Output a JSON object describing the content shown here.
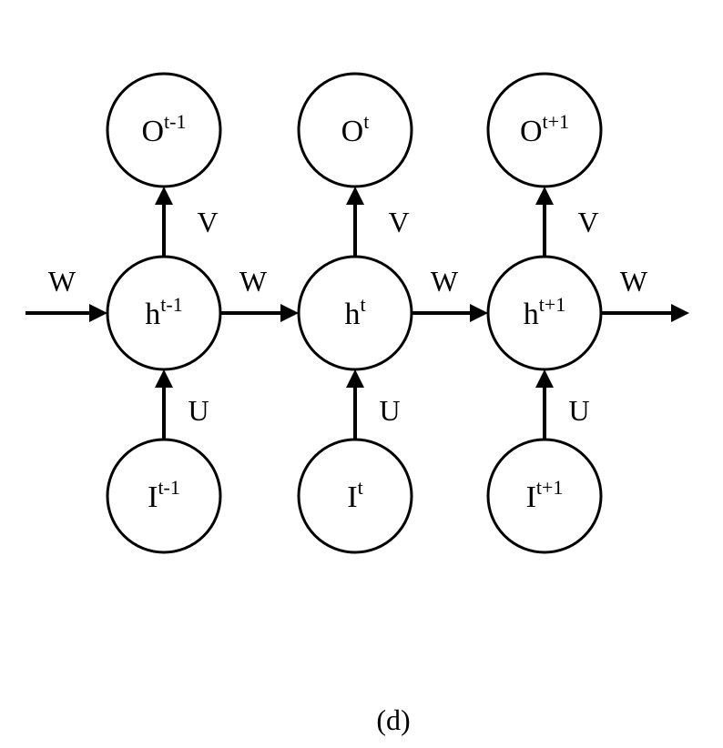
{
  "diagram": {
    "caption": "(d)",
    "columns": [
      {
        "output": {
          "base": "O",
          "sup": "t-1"
        },
        "hidden": {
          "base": "h",
          "sup": "t-1"
        },
        "input": {
          "base": "I",
          "sup": "t-1"
        }
      },
      {
        "output": {
          "base": "O",
          "sup": "t"
        },
        "hidden": {
          "base": "h",
          "sup": "t"
        },
        "input": {
          "base": "I",
          "sup": "t"
        }
      },
      {
        "output": {
          "base": "O",
          "sup": "t+1"
        },
        "hidden": {
          "base": "h",
          "sup": "t+1"
        },
        "input": {
          "base": "I",
          "sup": "t+1"
        }
      }
    ],
    "edge_labels": {
      "recurrent": "W",
      "output": "V",
      "input": "U"
    }
  }
}
